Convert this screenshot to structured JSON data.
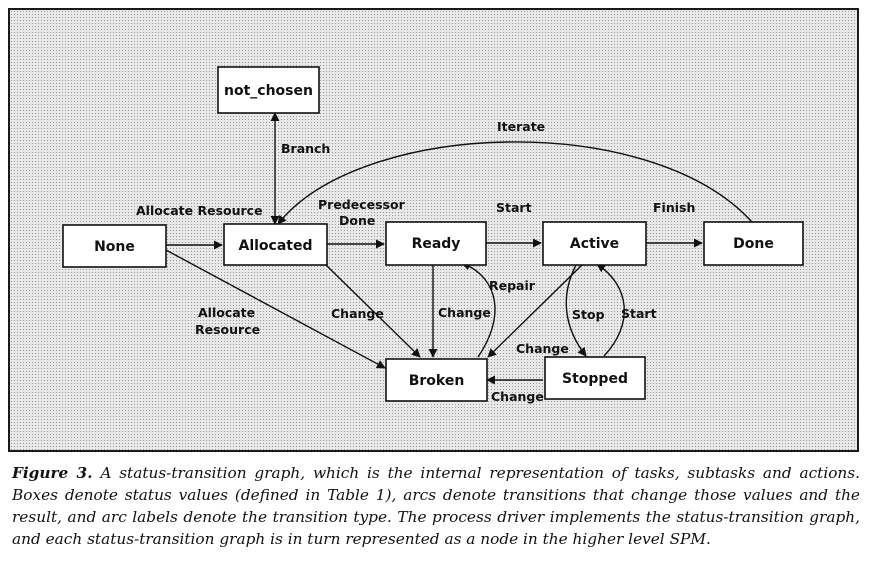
{
  "diagram": {
    "nodes": [
      {
        "id": "not_chosen",
        "label": "not_chosen"
      },
      {
        "id": "none",
        "label": "None"
      },
      {
        "id": "allocated",
        "label": "Allocated"
      },
      {
        "id": "ready",
        "label": "Ready"
      },
      {
        "id": "active",
        "label": "Active"
      },
      {
        "id": "done",
        "label": "Done"
      },
      {
        "id": "broken",
        "label": "Broken"
      },
      {
        "id": "stopped",
        "label": "Stopped"
      }
    ],
    "edges": [
      {
        "id": "iterate",
        "from": "done",
        "to": "allocated",
        "label": "Iterate"
      },
      {
        "id": "branch",
        "from": "allocated",
        "to": "not_chosen",
        "label": "Branch",
        "bidirectional": true
      },
      {
        "id": "allocate-resource-1",
        "from": "none",
        "to": "allocated",
        "label": "Allocate Resource"
      },
      {
        "id": "predecessor-done",
        "from": "allocated",
        "to": "ready",
        "label_lines": [
          "Predecessor",
          "Done"
        ]
      },
      {
        "id": "start-1",
        "from": "ready",
        "to": "active",
        "label": "Start"
      },
      {
        "id": "finish",
        "from": "active",
        "to": "done",
        "label": "Finish"
      },
      {
        "id": "allocate-resource-2",
        "from": "none",
        "to": "broken",
        "label_lines": [
          "Allocate",
          "Resource"
        ]
      },
      {
        "id": "change-allocated",
        "from": "allocated",
        "to": "broken",
        "label": "Change"
      },
      {
        "id": "change-ready",
        "from": "ready",
        "to": "broken",
        "label": "Change"
      },
      {
        "id": "repair",
        "from": "broken",
        "to": "ready",
        "label": "Repair"
      },
      {
        "id": "change-active",
        "from": "active",
        "to": "broken",
        "label": "Change"
      },
      {
        "id": "stop",
        "from": "active",
        "to": "stopped",
        "label": "Stop"
      },
      {
        "id": "start-2",
        "from": "stopped",
        "to": "active",
        "label": "Start"
      },
      {
        "id": "change-stopped",
        "from": "stopped",
        "to": "broken",
        "label": "Change"
      }
    ]
  },
  "caption": {
    "figure_label": "Figure 3.",
    "text": "A status-transition graph, which is the internal representation of tasks, subtasks and actions. Boxes denote status values (defined in Table 1), arcs denote transitions that change those values and the result, and arc labels denote the transition type. The process driver implements the status-transition graph, and each status-transition graph is in turn represented as a node in the higher level SPM."
  },
  "colors": {
    "ink": "#111111",
    "box_fill": "#ffffff",
    "background_stipple": "#e9e9e9"
  }
}
